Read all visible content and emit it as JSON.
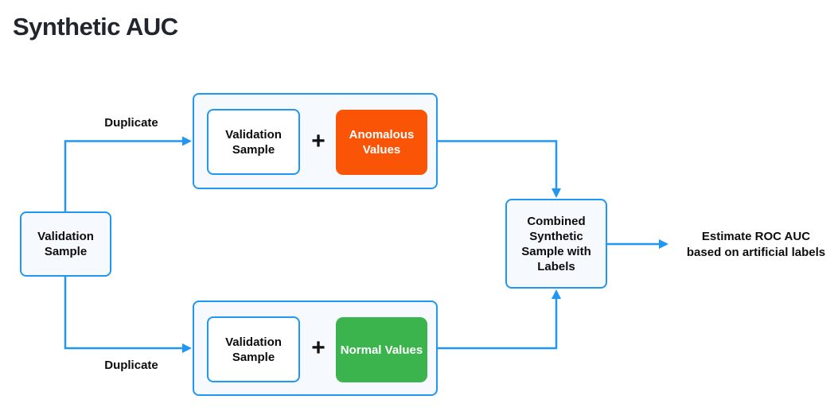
{
  "title": "Synthetic AUC",
  "colors": {
    "blue": "#2196f3",
    "orange": "#fa5407",
    "green": "#3cb44e",
    "node_fill": "#f6f9fd",
    "text_dark": "#0d0d0d"
  },
  "nodes": {
    "left_validation": {
      "label": "Validation Sample"
    },
    "top_group": {
      "validation": {
        "label": "Validation Sample"
      },
      "plus": "+",
      "anomalous": {
        "label": "Anomalous Values"
      }
    },
    "bottom_group": {
      "validation": {
        "label": "Validation Sample"
      },
      "plus": "+",
      "normal": {
        "label": "Normal Values"
      }
    },
    "combined": {
      "label": "Combined Synthetic Sample with Labels"
    },
    "result": {
      "line1": "Estimate ROC AUC",
      "line2": "based on artificial labels"
    }
  },
  "edges": {
    "duplicate_top": {
      "label": "Duplicate"
    },
    "duplicate_bottom": {
      "label": "Duplicate"
    }
  }
}
